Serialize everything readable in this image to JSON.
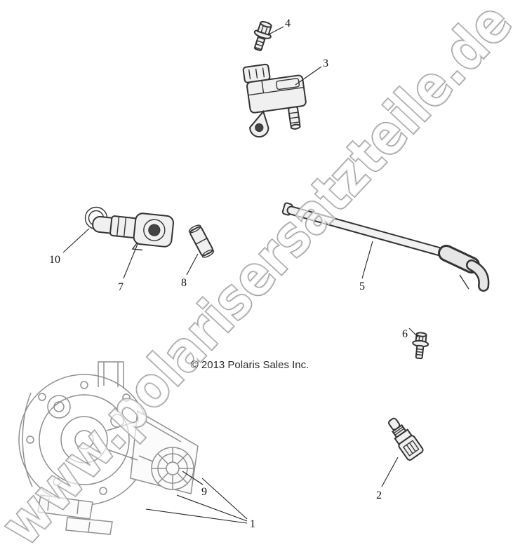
{
  "watermark": "www.polarisersatzteile.de",
  "copyright": "© 2013 Polaris Sales Inc.",
  "callouts": {
    "c1": "1",
    "c2": "2",
    "c3": "3",
    "c4": "4",
    "c5": "5",
    "c6": "6",
    "c7": "7",
    "c8": "8",
    "c9": "9",
    "c10": "10"
  },
  "colors": {
    "line_art": "#333333",
    "engine_art": "#8f8f8f",
    "watermark_outline": "#9c9c9c",
    "background": "#ffffff"
  }
}
